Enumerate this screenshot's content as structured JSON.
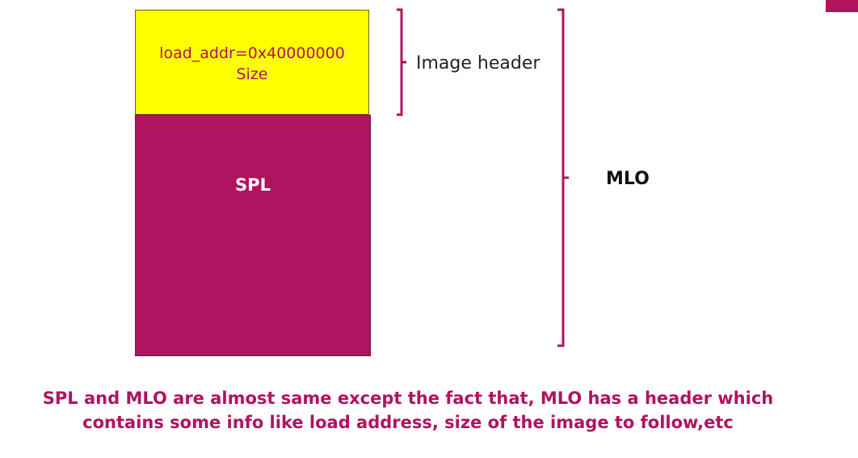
{
  "header_block": {
    "line1": "load_addr=0x40000000",
    "line2": "Size"
  },
  "spl_block": {
    "label": "SPL"
  },
  "labels": {
    "image_header": "Image header",
    "mlo": "MLO"
  },
  "caption": {
    "line1": "SPL and MLO are almost same except the fact that, MLO has a header which",
    "line2": "contains some info like load address, size of the image to follow,etc"
  },
  "colors": {
    "header_fill": "#ffff00",
    "spl_fill": "#b0135f",
    "accent": "#b0135f"
  }
}
